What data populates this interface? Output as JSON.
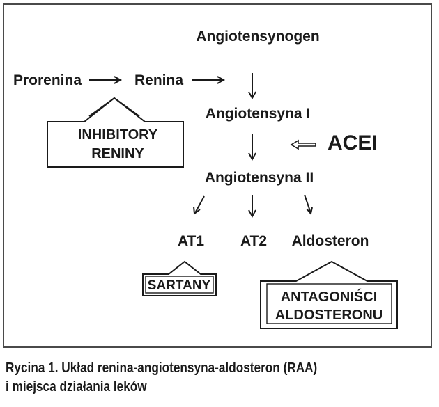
{
  "diagram": {
    "nodes": {
      "angiotensinogen": "Angiotensynogen",
      "prorenin": "Prorenina",
      "renin": "Renina",
      "angiotensin1": "Angiotensyna I",
      "angiotensin2": "Angiotensyna II",
      "at1": "AT1",
      "at2": "AT2",
      "aldosterone": "Aldosteron"
    },
    "drugs": {
      "acei": "ACEI",
      "renin_inhibitors": [
        "INHIBITORY",
        "RENINY"
      ],
      "sartans": "SARTANY",
      "aldosterone_antagonists": [
        "ANTAGONIŚCI",
        "ALDOSTERONU"
      ]
    }
  },
  "caption": {
    "line1": "Rycina 1. Układ renina-angiotensyna-aldosteron (RAA)",
    "line2": "i miejsca działania leków"
  }
}
